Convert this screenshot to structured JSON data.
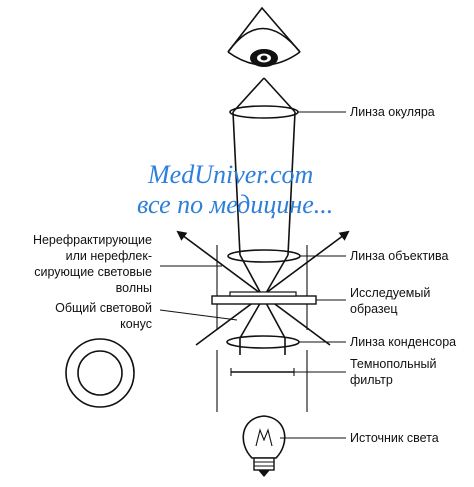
{
  "watermark": {
    "line1": "MedUniver.com",
    "line2": "все по медицине...",
    "color": "#2e7fd9"
  },
  "labels": {
    "eyepiece_lens": "Линза окуляра",
    "objective_lens": "Линза объектива",
    "specimen_line1": "Исследуемый",
    "specimen_line2": "образец",
    "condenser_lens": "Линза конденсора",
    "darkfield_filter_line1": "Темнопольный",
    "darkfield_filter_line2": "фильтр",
    "light_source": "Источник света",
    "nonrefracted_line1": "Нерефрактирующие",
    "nonrefracted_line2": "или нерефлек-",
    "nonrefracted_line3": "сирующие световые",
    "nonrefracted_line4": "волны",
    "light_cone_line1": "Общий световой",
    "light_cone_line2": "конус"
  },
  "icons": {
    "eye": "eye-icon",
    "lens": "lens-icon",
    "ring_filter": "annular-filter-icon",
    "bulb": "light-bulb-icon"
  }
}
